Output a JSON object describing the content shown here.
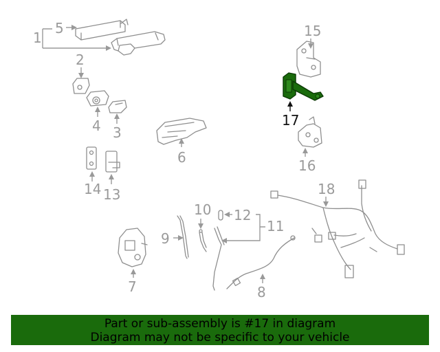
{
  "callouts": {
    "c1": "1",
    "c2": "2",
    "c3": "3",
    "c4": "4",
    "c5": "5",
    "c6": "6",
    "c7": "7",
    "c8": "8",
    "c9": "9",
    "c10": "10",
    "c11": "11",
    "c12": "12",
    "c13": "13",
    "c14": "14",
    "c15": "15",
    "c16": "16",
    "c17": "17",
    "c18": "18"
  },
  "highlight": {
    "part": "17",
    "color": "#1a6b0c"
  },
  "banner": {
    "line1": "Part or sub-assembly is #17 in diagram",
    "line2": "Diagram may not be specific to your vehicle",
    "background": "#1a6b0c"
  }
}
